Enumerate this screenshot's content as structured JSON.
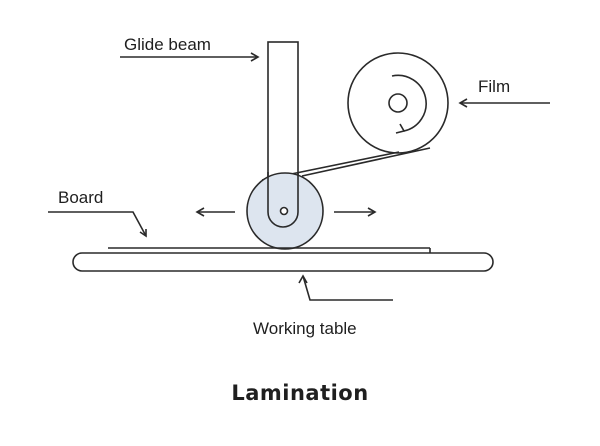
{
  "diagram": {
    "title": "Lamination",
    "labels": {
      "glide_beam": "Glide beam",
      "film": "Film",
      "board": "Board",
      "working_table": "Working table"
    },
    "colors": {
      "line": "#2a2a2a",
      "roller_fill": "#dde5ef",
      "text": "#1f1f1f"
    }
  }
}
